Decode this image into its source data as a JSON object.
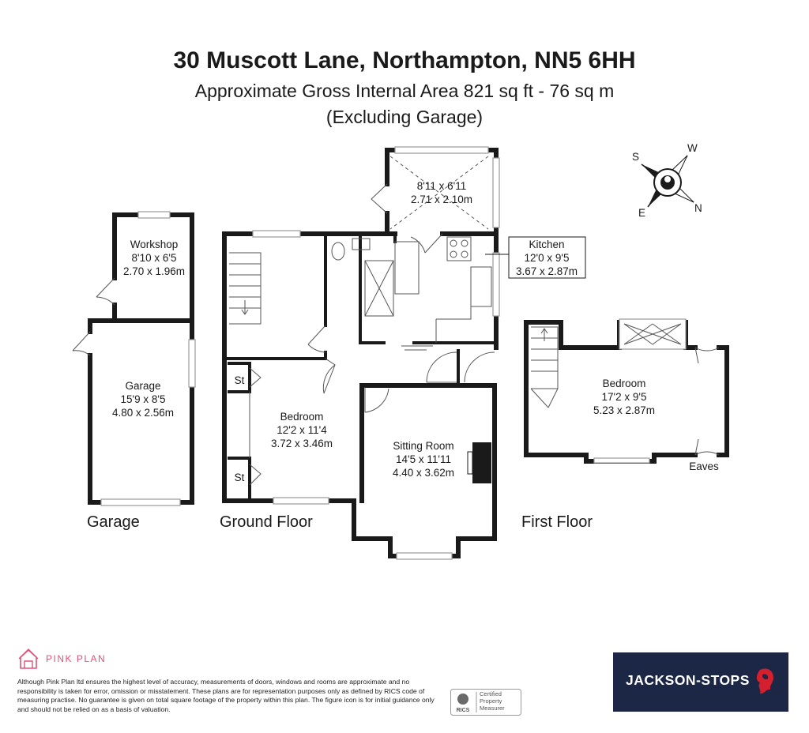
{
  "header": {
    "address": "30 Muscott Lane, Northampton, NN5 6HH",
    "area": "Approximate Gross Internal Area 821 sq ft - 76 sq m",
    "note": "(Excluding Garage)"
  },
  "compass": {
    "labels": [
      "S",
      "W",
      "E",
      "N"
    ]
  },
  "rooms": {
    "conservatory": {
      "imperial": "8'11 x 6'11",
      "metric": "2.71 x 2.10m"
    },
    "kitchen": {
      "name": "Kitchen",
      "imperial": "12'0 x 9'5",
      "metric": "3.67 x 2.87m"
    },
    "workshop": {
      "name": "Workshop",
      "imperial": "8'10 x 6'5",
      "metric": "2.70 x 1.96m"
    },
    "garage": {
      "name": "Garage",
      "imperial": "15'9 x 8'5",
      "metric": "4.80 x 2.56m"
    },
    "bedroom_ground": {
      "name": "Bedroom",
      "imperial": "12'2 x 11'4",
      "metric": "3.72 x 3.46m"
    },
    "sitting_room": {
      "name": "Sitting Room",
      "imperial": "14'5 x 11'11",
      "metric": "4.40 x 3.62m"
    },
    "bedroom_first": {
      "name": "Bedroom",
      "imperial": "17'2 x 9'5",
      "metric": "5.23 x 2.87m"
    },
    "store1": "St",
    "store2": "St",
    "eaves": "Eaves"
  },
  "floors": {
    "garage": "Garage",
    "ground": "Ground Floor",
    "first": "First Floor"
  },
  "footer": {
    "brand": "PINK PLAN",
    "disclaimer": "Although Pink Plan ltd ensures the highest level of accuracy, measurements of doors, windows and rooms are approximate and no responsibility is taken for error, omission or misstatement. These plans are for representation purposes only as defined by RICS code of measuring practise. No guarantee is given on total square footage of the property within this plan. The figure icon is for initial guidance only and should not be relied on as a basis of valuation.",
    "rics": "RICS",
    "rics_badge": "Certified Property Measurer",
    "agent": "JACKSON-STOPS"
  },
  "colors": {
    "agent_bg": "#1c2746",
    "brand_pink": "#e0537a",
    "agent_accent": "#d3202f"
  }
}
